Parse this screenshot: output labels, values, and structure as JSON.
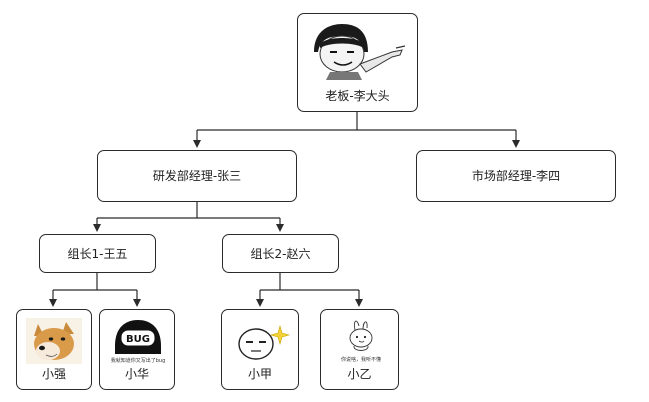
{
  "diagram": {
    "root": {
      "label": "老板-李大头",
      "image": "meme-boss-pointing-face"
    },
    "managers": [
      {
        "label": "研发部经理-张三"
      },
      {
        "label": "市场部经理-李四"
      }
    ],
    "leads": [
      {
        "label": "组长1-王五"
      },
      {
        "label": "组长2-赵六"
      }
    ],
    "members": [
      {
        "label": "小强",
        "image": "doge-face"
      },
      {
        "label": "小华",
        "image": "bug-head"
      },
      {
        "label": "小甲",
        "image": "smug-face-sparkle"
      },
      {
        "label": "小乙",
        "image": "rabbit-sketch"
      }
    ],
    "image_text": {
      "bug_badge": "BUG",
      "bug_caption": "我就知道你又写出了bug",
      "rabbit_caption": "你说啥，我听不懂"
    }
  },
  "colors": {
    "border": "#2b2b2b",
    "line": "#2b2b2b"
  }
}
